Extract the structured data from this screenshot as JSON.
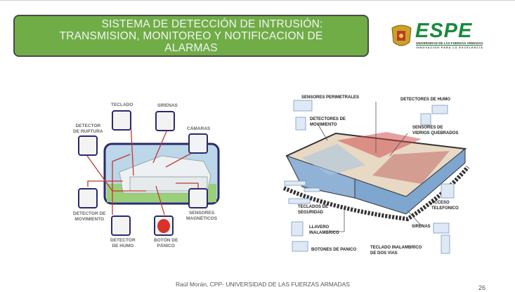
{
  "title": {
    "line1": "SISTEMA DE DETECCIÓN DE INTRUSIÓN:",
    "line2": "TRANSMISION, MONITOREO Y NOTIFICACION DE",
    "line3": "ALARMAS"
  },
  "logo": {
    "name": "ESPE",
    "subtitle": "UNIVERSIDAD DE LAS FUERZAS ARMADAS",
    "tagline": "INNOVACIÓN PARA LA EXCELENCIA",
    "color": "#1a8a3c"
  },
  "left_diagram": {
    "teclado": "TECLADO",
    "sirenas": "SIRENAS",
    "ruptura1": "DETECTOR",
    "ruptura2": "DE RUPTURA",
    "camaras": "CÁMARAS",
    "mov1": "DETECTOR DE",
    "mov2": "MOVIMIENTO",
    "mag1": "SENSORES",
    "mag2": "MAGNÉTICOS",
    "humo1": "DETECTOR",
    "humo2": "DE HUMO",
    "panico1": "BOTÓN DE",
    "panico2": "PÁNICO"
  },
  "right_diagram": {
    "perimetrales": "SENSORES PERIMETRALES",
    "humo": "DETECTORES DE HUMO",
    "mov1": "DETECTORES DE",
    "mov2": "MOVIMIENTO",
    "vidrios1": "SENSORES DE",
    "vidrios2": "VIDRIOS QUEBRADOS",
    "teclados1": "TECLADOS DE",
    "teclados2": "SEGURIDAD",
    "tel1": "ACCESO",
    "tel2": "TELEFONICO",
    "llavero1": "LLAVERO",
    "llavero2": "INALAMBRICO",
    "sirenas": "SIRENAS",
    "botones": "BOTONES DE PANICO",
    "tecl1": "TECLADO INALAMBRICO",
    "tecl2": "DE DOS VIAS"
  },
  "footer": {
    "text": "Raúl Morán, CPP- UNIVERSIDAD DE LAS FUERZAS ARMADAS",
    "page": "26"
  }
}
